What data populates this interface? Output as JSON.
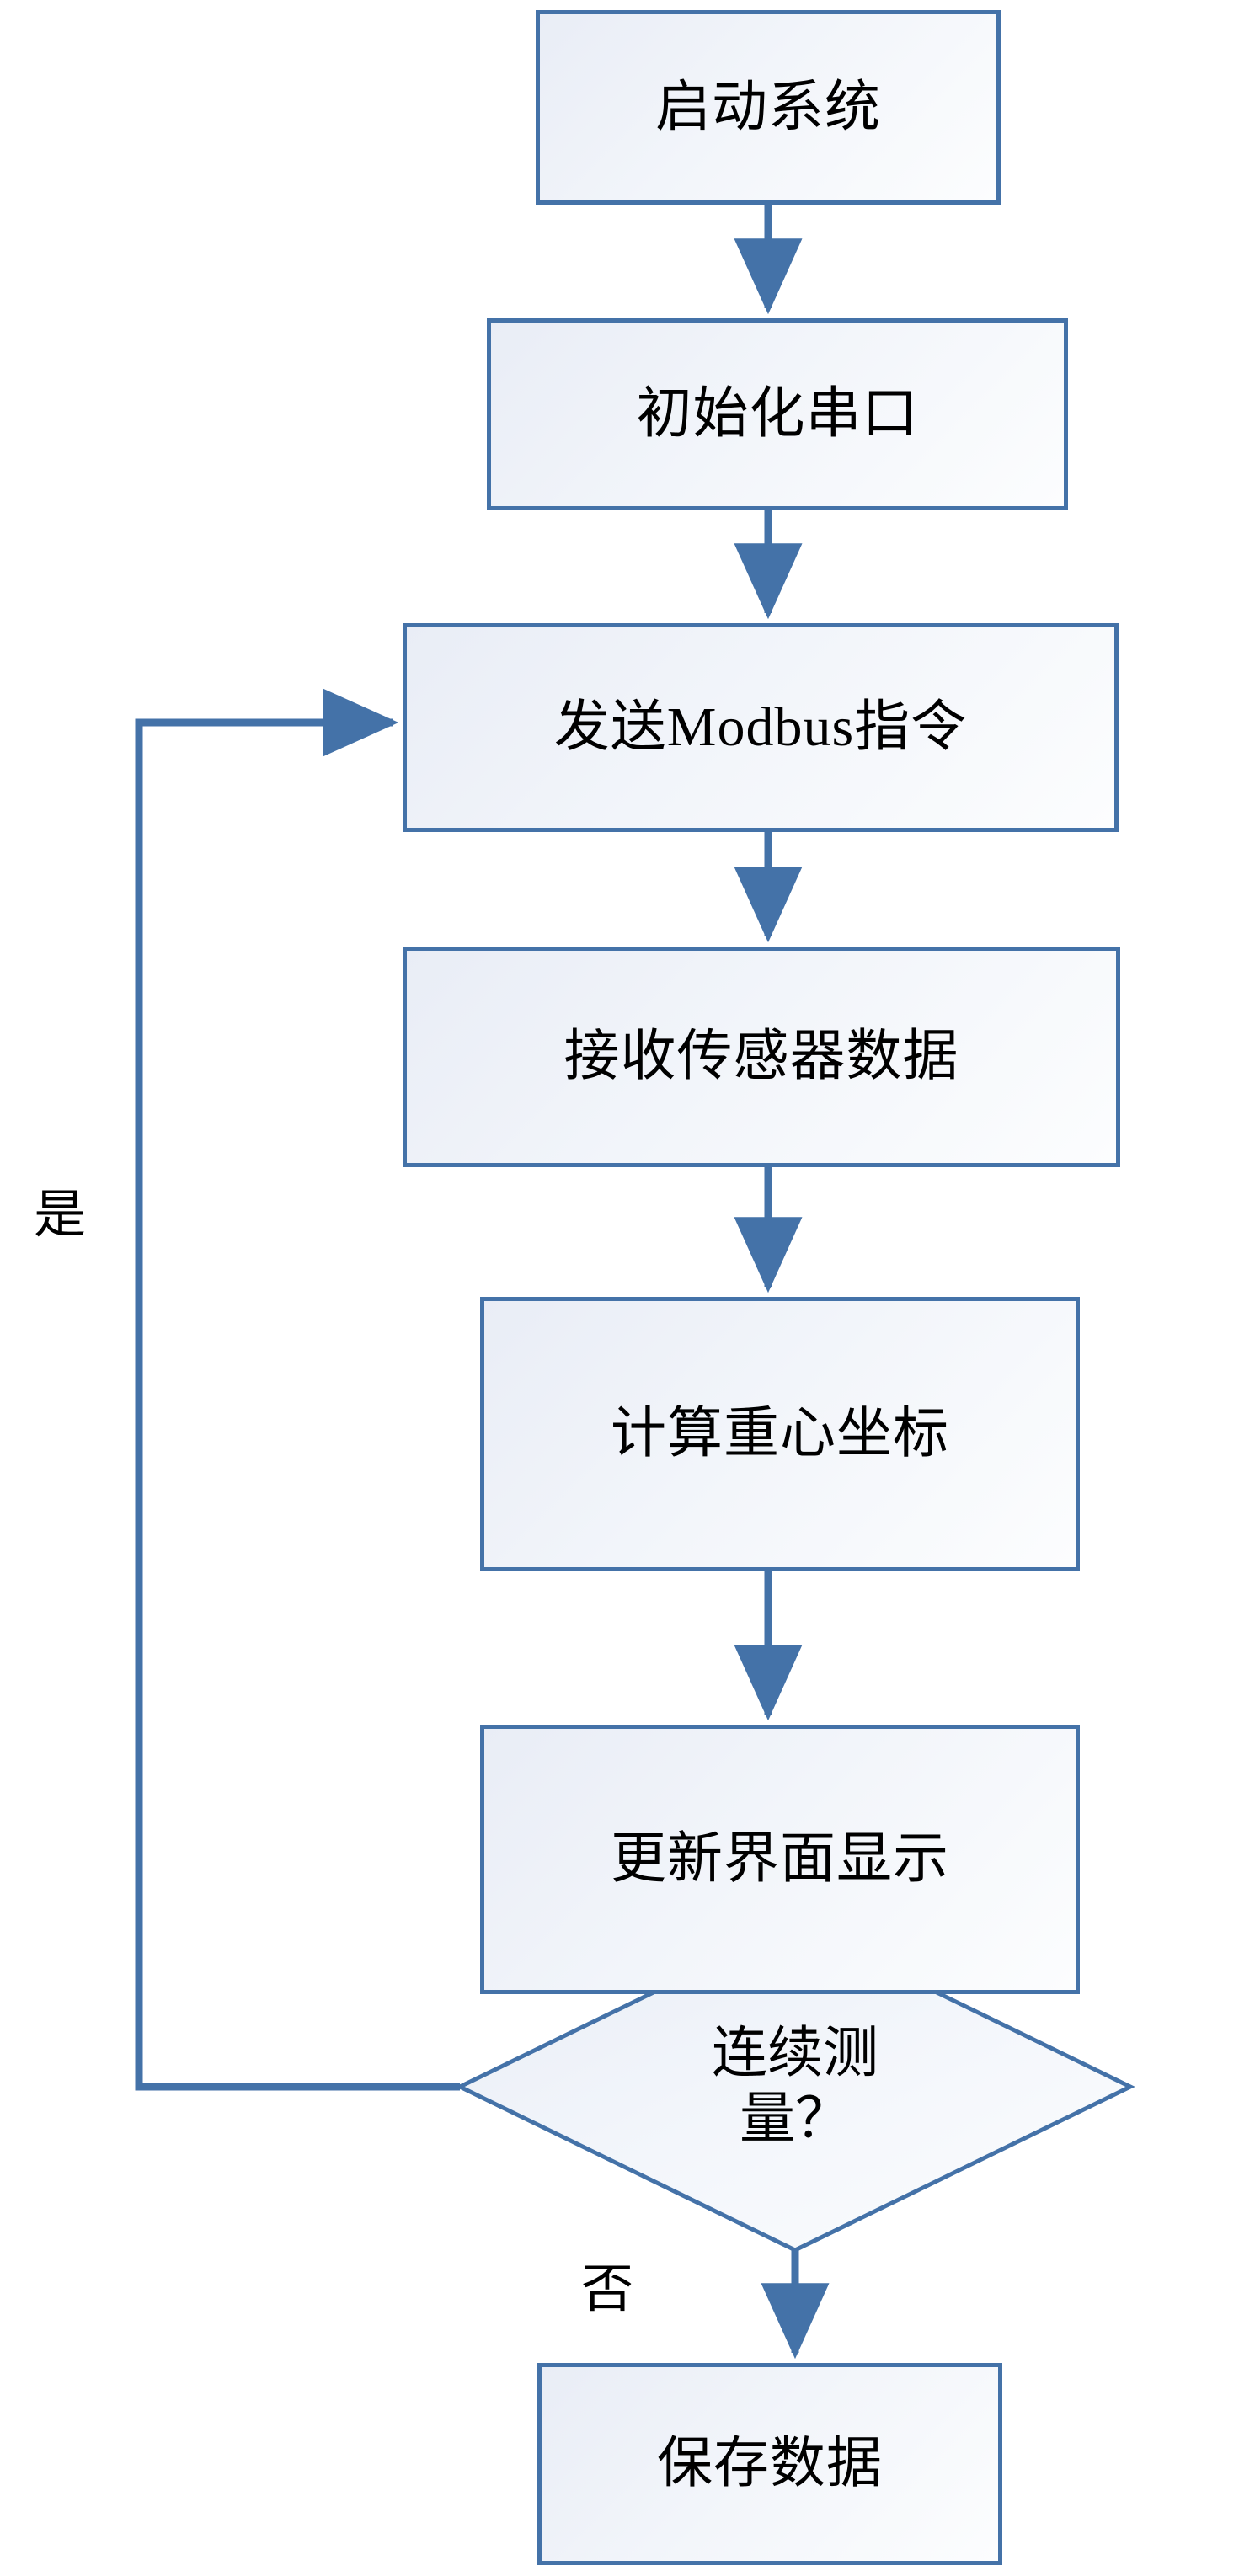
{
  "diagram": {
    "type": "flowchart",
    "orientation": "top-to-bottom",
    "language": "zh-CN",
    "colors": {
      "node_border": "#4472A8",
      "node_fill_light": "#FCFDFE",
      "node_fill_dark": "#E9EDF6",
      "connector": "#4472A8",
      "text": "#000000",
      "background": "#FFFFFF"
    },
    "nodes": [
      {
        "id": "start",
        "shape": "process",
        "label": "启动系统"
      },
      {
        "id": "init",
        "shape": "process",
        "label": "初始化串口"
      },
      {
        "id": "send",
        "shape": "process",
        "label": "发送Modbus指令"
      },
      {
        "id": "recv",
        "shape": "process",
        "label": "接收传感器数据"
      },
      {
        "id": "calc",
        "shape": "process",
        "label": "计算重心坐标"
      },
      {
        "id": "update",
        "shape": "process",
        "label": "更新界面显示"
      },
      {
        "id": "decision",
        "shape": "decision",
        "label_line1": "连续测",
        "label_line2": "量？"
      },
      {
        "id": "save",
        "shape": "process",
        "label": "保存数据"
      }
    ],
    "edges": [
      {
        "from": "start",
        "to": "init",
        "label": ""
      },
      {
        "from": "init",
        "to": "send",
        "label": ""
      },
      {
        "from": "send",
        "to": "recv",
        "label": ""
      },
      {
        "from": "recv",
        "to": "calc",
        "label": ""
      },
      {
        "from": "calc",
        "to": "update",
        "label": ""
      },
      {
        "from": "update",
        "to": "decision",
        "label": ""
      },
      {
        "from": "decision",
        "to": "send",
        "label": "是",
        "route": "left-feedback-loop"
      },
      {
        "from": "decision",
        "to": "save",
        "label": "否",
        "route": "down"
      }
    ],
    "edge_labels": {
      "yes": "是",
      "no": "否"
    }
  }
}
